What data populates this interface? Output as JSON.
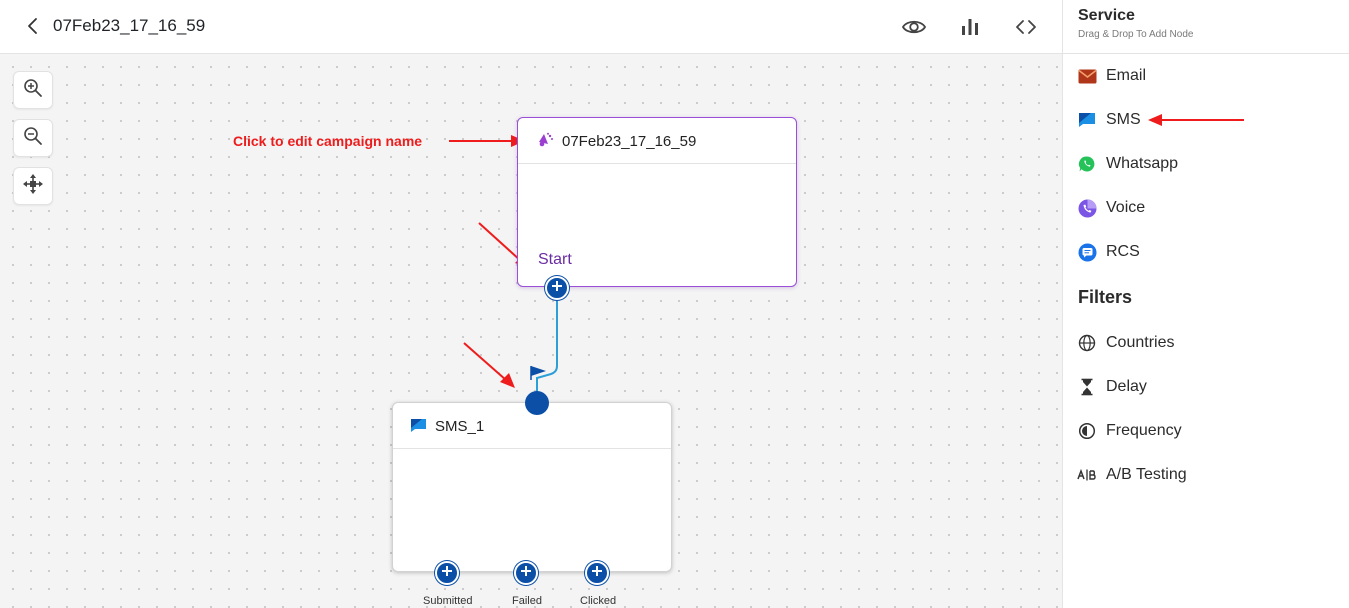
{
  "header": {
    "campaign_name": "07Feb23_17_16_59"
  },
  "canvas": {
    "annotation": "Click to edit campaign name",
    "start_node": {
      "title": "07Feb23_17_16_59",
      "label": "Start"
    },
    "sms_node": {
      "title": "SMS_1",
      "ports": [
        "Submitted",
        "Failed",
        "Clicked"
      ]
    }
  },
  "sidebar": {
    "title": "Service",
    "subtitle": "Drag & Drop To Add Node",
    "services": [
      {
        "label": "Email",
        "icon": "envelope-icon"
      },
      {
        "label": "SMS",
        "icon": "sms-icon"
      },
      {
        "label": "Whatsapp",
        "icon": "whatsapp-icon"
      },
      {
        "label": "Voice",
        "icon": "voice-icon"
      },
      {
        "label": "RCS",
        "icon": "rcs-icon"
      }
    ],
    "filters_title": "Filters",
    "filters": [
      {
        "label": "Countries",
        "icon": "globe-icon"
      },
      {
        "label": "Delay",
        "icon": "hourglass-icon"
      },
      {
        "label": "Frequency",
        "icon": "frequency-icon"
      },
      {
        "label": "A/B Testing",
        "icon": "ab-testing-icon"
      }
    ]
  },
  "colors": {
    "accent_blue": "#0b4fa7",
    "start_border": "#9b4fd6",
    "annotation_red": "#ee1c1c",
    "connector": "#2a9fd8"
  }
}
